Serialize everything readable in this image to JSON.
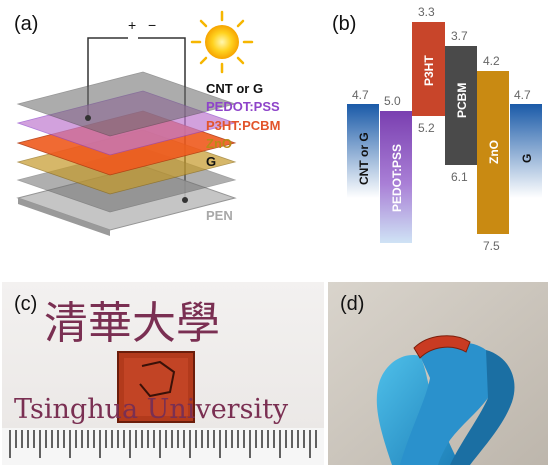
{
  "panels": {
    "a": {
      "label": "(a)",
      "polarity_plus": "+",
      "polarity_minus": "−",
      "layers": [
        {
          "name": "CNT or G",
          "color": "#111111"
        },
        {
          "name": "PEDOT:PSS",
          "color": "#8e44c9"
        },
        {
          "name": "P3HT:PCBM",
          "color": "#e2542a"
        },
        {
          "name": "ZnO",
          "color": "#b78a16"
        },
        {
          "name": "G",
          "color": "#111111"
        },
        {
          "name": "PEN",
          "color": "#a8a8a8"
        }
      ],
      "icons": [
        "sun-icon"
      ]
    },
    "b": {
      "label": "(b)",
      "bands": [
        {
          "name": "CNT or G",
          "top": "4.7",
          "bottom": "",
          "color": "#1f5fa8"
        },
        {
          "name": "PEDOT:PSS",
          "top": "5.0",
          "bottom": "",
          "color": "#7a3fb0"
        },
        {
          "name": "P3HT",
          "top": "3.3",
          "bottom": "5.2",
          "color": "#c8452a"
        },
        {
          "name": "PCBM",
          "top": "3.7",
          "bottom": "6.1",
          "color": "#4a4a4a"
        },
        {
          "name": "ZnO",
          "top": "4.2",
          "bottom": "7.5",
          "color": "#c98a12"
        },
        {
          "name": "G",
          "top": "4.7",
          "bottom": "",
          "color": "#1f5fa8"
        }
      ]
    },
    "c": {
      "label": "(c)",
      "chinese_text": "清華大學",
      "university_text": "Tsinghua University"
    },
    "d": {
      "label": "(d)"
    }
  }
}
